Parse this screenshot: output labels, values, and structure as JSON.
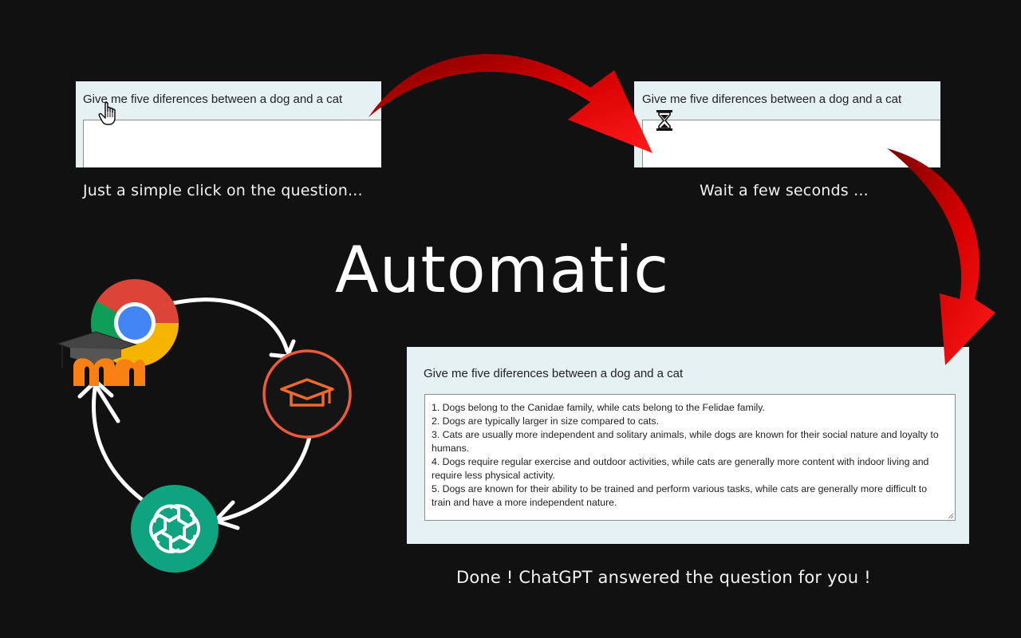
{
  "question_text": "Give me five diferences between a dog and a cat",
  "captions": {
    "step1": "Just a simple click on the question...",
    "step2": "Wait a few seconds ...",
    "step3": "Done ! ChatGPT answered the question for you !"
  },
  "title": "Automatic",
  "answer": {
    "lines": [
      "1. Dogs belong to the Canidae family, while cats belong to the Felidae family.",
      "2. Dogs are typically larger in size compared to cats.",
      "3. Cats are usually more independent and solitary animals, while dogs are known for their social nature and loyalty to humans.",
      "4. Dogs require regular exercise and outdoor activities, while cats are generally more content with indoor living and require less physical activity.",
      "5. Dogs are known for their ability to be trained and perform various tasks, while cats are generally more difficult to train and have a more independent nature."
    ]
  },
  "icons": {
    "step1_cursor": "hand-pointer-icon",
    "step2_cursor": "hourglass-icon",
    "cycle": [
      "chrome-logo-icon",
      "moodle-logo-icon",
      "graduation-cap-icon",
      "openai-logo-icon"
    ]
  },
  "colors": {
    "background": "#111111",
    "panel": "#e6f1f3",
    "arrow": "#d40000",
    "moodle_orange": "#f98012",
    "openai_green": "#10a37f"
  }
}
